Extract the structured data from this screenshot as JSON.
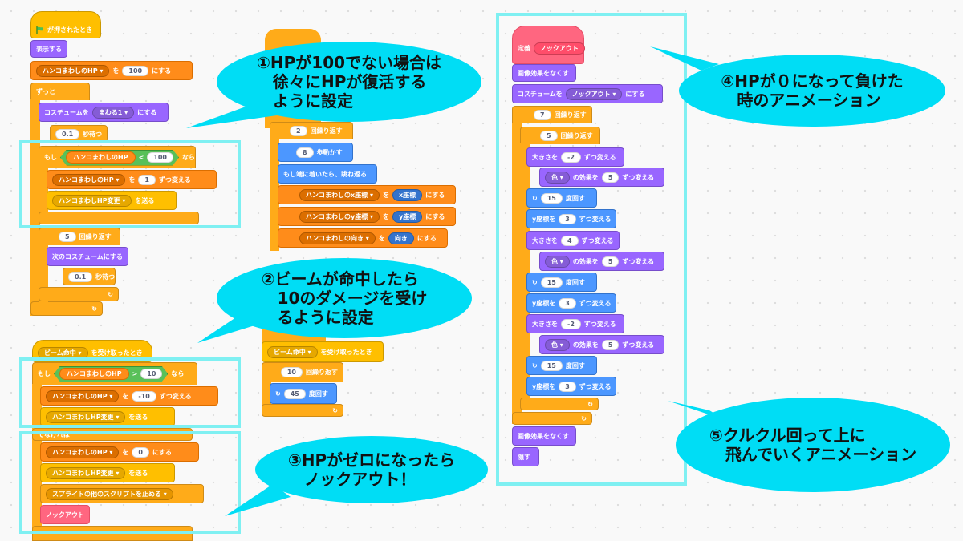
{
  "left_script": {
    "when_flag": "が押されたとき",
    "show": "表示する",
    "set_hp": {
      "prefix": "",
      "var": "ハンコまわしのHP",
      "to": "を",
      "value": "100",
      "suffix": "にする"
    },
    "forever": "ずっと",
    "costume": {
      "prefix": "コスチュームを",
      "value": "まわる1",
      "suffix": "にする"
    },
    "wait1": {
      "value": "0.1",
      "suffix": "秒待つ"
    },
    "if1": {
      "prefix": "もし",
      "var": "ハンコまわしのHP",
      "op": "<",
      "value": "100",
      "suffix": "なら"
    },
    "change_hp": {
      "var": "ハンコまわしのHP",
      "to": "を",
      "value": "1",
      "suffix": "ずつ変える"
    },
    "broadcast1": {
      "value": "ハンコまわしHP変更",
      "suffix": "を送る"
    },
    "repeat5": {
      "value": "5",
      "suffix": "回繰り返す"
    },
    "next_costume": "次のコスチュームにする",
    "wait2": {
      "value": "0.1",
      "suffix": "秒待つ"
    }
  },
  "lower_script": {
    "when_receive": {
      "value": "ビーム命中",
      "suffix": "を受け取ったとき"
    },
    "if2": {
      "prefix": "もし",
      "var": "ハンコまわしのHP",
      "op": ">",
      "value": "10",
      "suffix": "なら"
    },
    "change_hp": {
      "var": "ハンコまわしのHP",
      "to": "を",
      "value": "-10",
      "suffix": "ずつ変える"
    },
    "broadcast": {
      "value": "ハンコまわしHP変更",
      "suffix": "を送る"
    },
    "else": "でなければ",
    "set_hp0": {
      "var": "ハンコまわしのHP",
      "to": "を",
      "value": "0",
      "suffix": "にする"
    },
    "broadcast2": {
      "value": "ハンコまわしHP変更",
      "suffix": "を送る"
    },
    "stop": {
      "value": "スプライトの他のスクリプトを止める"
    },
    "knockout": "ノックアウト"
  },
  "middle_script": {
    "repeat2": {
      "value": "2",
      "suffix": "回繰り返す"
    },
    "move": {
      "value": "8",
      "suffix": "歩動かす"
    },
    "bounce": "もし端に着いたら、跳ね返る",
    "set_x": {
      "var": "ハンコまわしのx座標",
      "to": "を",
      "value": "x座標",
      "suffix": "にする"
    },
    "set_y": {
      "var": "ハンコまわしのy座標",
      "to": "を",
      "value": "y座標",
      "suffix": "にする"
    },
    "set_dir": {
      "var": "ハンコまわしの向き",
      "to": "を",
      "value": "向き",
      "suffix": "にする"
    },
    "when_receive": {
      "value": "ビーム命中",
      "suffix": "を受け取ったとき"
    },
    "repeat10": {
      "value": "10",
      "suffix": "回繰り返す"
    },
    "turn": {
      "value": "45",
      "suffix": "度回す"
    }
  },
  "right_script": {
    "define": "定義",
    "define_name": "ノックアウト",
    "clear_effects": "画像効果をなくす",
    "costume": {
      "prefix": "コスチュームを",
      "value": "ノックアウト",
      "suffix": "にする"
    },
    "repeat7": {
      "value": "7",
      "suffix": "回繰り返す"
    },
    "repeat5": {
      "value": "5",
      "suffix": "回繰り返す"
    },
    "size1": {
      "prefix": "大きさを",
      "value": "-2",
      "suffix": "ずつ変える"
    },
    "color1": {
      "value": "色",
      "mid": "の効果を",
      "num": "5",
      "suffix": "ずつ変える"
    },
    "turn1": {
      "value": "15",
      "suffix": "度回す"
    },
    "y1": {
      "prefix": "y座標を",
      "value": "3",
      "suffix": "ずつ変える"
    },
    "size2": {
      "prefix": "大きさを",
      "value": "4",
      "suffix": "ずつ変える"
    },
    "color2": {
      "value": "色",
      "mid": "の効果を",
      "num": "5",
      "suffix": "ずつ変える"
    },
    "turn2": {
      "value": "15",
      "suffix": "度回す"
    },
    "y2": {
      "prefix": "y座標を",
      "value": "3",
      "suffix": "ずつ変える"
    },
    "size3": {
      "prefix": "大きさを",
      "value": "-2",
      "suffix": "ずつ変える"
    },
    "color3": {
      "value": "色",
      "mid": "の効果を",
      "num": "5",
      "suffix": "ずつ変える"
    },
    "turn3": {
      "value": "15",
      "suffix": "度回す"
    },
    "y3": {
      "prefix": "y座標を",
      "value": "3",
      "suffix": "ずつ変える"
    },
    "clear_effects2": "画像効果をなくす",
    "hide": "隠す"
  },
  "callouts": {
    "c1": "①HPが100でない場合は\n　徐々にHPが復活する\n　ように設定",
    "c2": "②ビームが命中したら\n　10のダメージを受け\n　るように設定",
    "c3": "③HPがゼロになったら\n　ノックアウト！",
    "c4": "④HPが０になって負けた\n　時のアニメーション",
    "c5": "⑤クルクル回って上に\n　飛んでいくアニメーション"
  },
  "colors": {
    "callout": "#00ddf5",
    "highlight": "#7ff0f2",
    "events": "#ffbf00",
    "control": "#ffab19",
    "looks": "#9966ff",
    "motion": "#4c97ff",
    "variables": "#ff8c1a",
    "custom": "#ff6680",
    "operators": "#59c059"
  }
}
